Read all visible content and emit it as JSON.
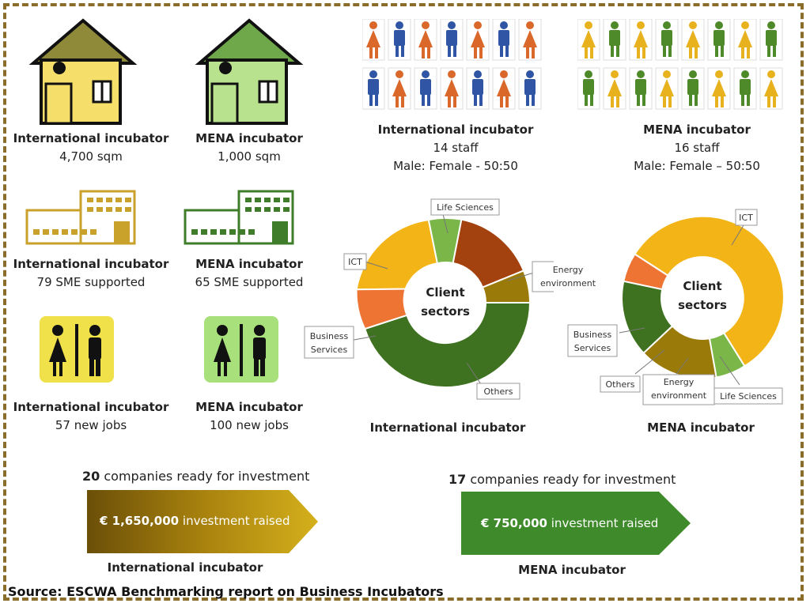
{
  "colors": {
    "intl_yellow": "#f5df6a",
    "mena_green": "#b8e28e",
    "orange": "#d9682a",
    "blue": "#2f55a4",
    "gold": "#e7b21e",
    "green": "#4f8a2a",
    "ict": "#f2b417",
    "life": "#7ab648",
    "brown_red": "#a4420f",
    "olive": "#9a7a08",
    "biz": "#ee7434",
    "others": "#3f7220",
    "intl_arrow": "#b98e12",
    "mena_arrow": "#3f8a2b",
    "frame": "#8a6d2a"
  },
  "area": {
    "intl": {
      "title": "International incubator",
      "value": "4,700 sqm"
    },
    "mena": {
      "title": "MENA incubator",
      "value": "1,000 sqm"
    }
  },
  "sme": {
    "intl": {
      "title": "International incubator",
      "value": "79 SME supported"
    },
    "mena": {
      "title": "MENA incubator",
      "value": "65 SME supported"
    }
  },
  "jobs": {
    "intl": {
      "title": "International incubator",
      "value": "57 new jobs"
    },
    "mena": {
      "title": "MENA incubator",
      "value": "100 new jobs"
    }
  },
  "staff": {
    "intl": {
      "title": "International incubator",
      "count": "14 staff",
      "ratio": "Male: Female - 50:50"
    },
    "mena": {
      "title": "MENA incubator",
      "count": "16 staff",
      "ratio": "Male: Female – 50:50"
    }
  },
  "donuts": {
    "center_line1": "Client",
    "center_line2": "sectors",
    "intl": {
      "caption": "International incubator",
      "labels": {
        "life": "Life Sciences",
        "ict": "ICT",
        "energy1": "Energy",
        "energy2": "environment",
        "biz1": "Business",
        "biz2": "Services",
        "others": "Others"
      }
    },
    "mena": {
      "caption": "MENA incubator",
      "labels": {
        "ict": "ICT",
        "biz1": "Business",
        "biz2": "Services",
        "others": "Others",
        "energy1": "Energy",
        "energy2": "environment",
        "life": "Life Sciences"
      }
    }
  },
  "investment": {
    "intl": {
      "count": "20",
      "ready_text": "companies ready for investment",
      "amount": "€ 1,650,000",
      "raised_text": "investment raised",
      "caption": "International incubator"
    },
    "mena": {
      "count": "17",
      "ready_text": "companies ready for investment",
      "amount": "€ 750,000",
      "raised_text": "investment raised",
      "caption": "MENA incubator"
    }
  },
  "source": "Source: ESCWA Benchmarking report on Business Incubators"
}
